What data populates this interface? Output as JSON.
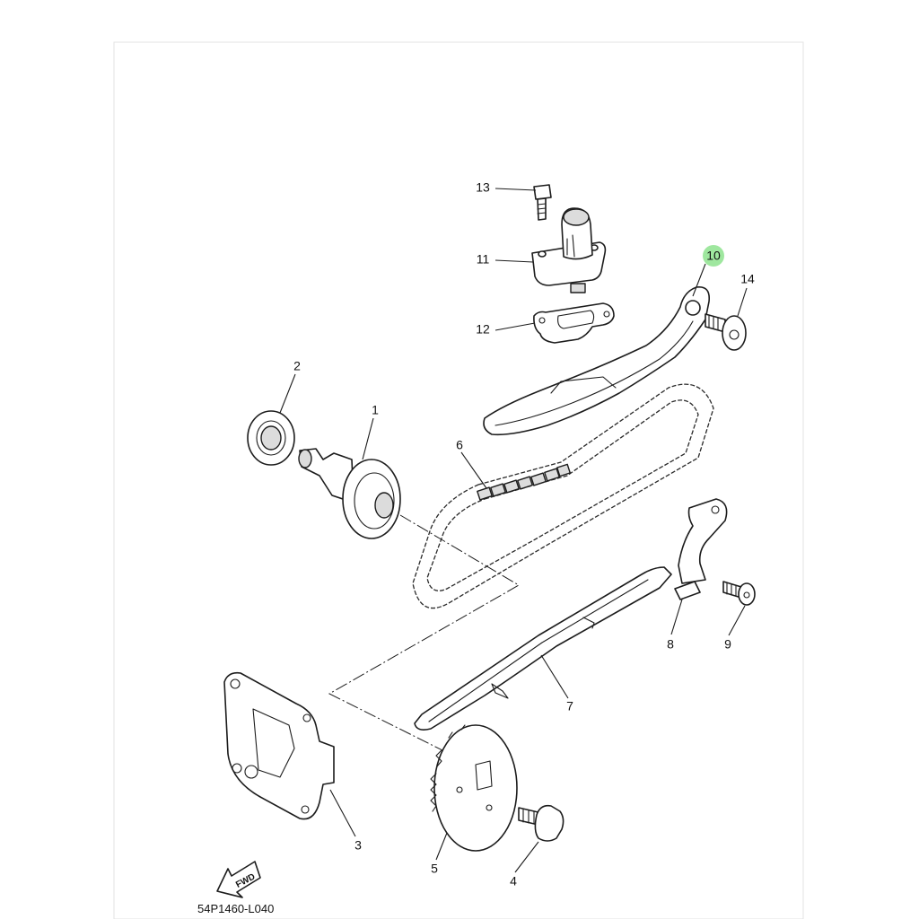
{
  "diagram": {
    "drawing_code": "54P1460-L040",
    "fwd_label": "FWD",
    "highlight_color": "#8ee38e",
    "callouts": [
      "1",
      "2",
      "3",
      "4",
      "5",
      "6",
      "7",
      "8",
      "9",
      "10",
      "11",
      "12",
      "13",
      "14"
    ],
    "highlighted_callout": "10"
  }
}
